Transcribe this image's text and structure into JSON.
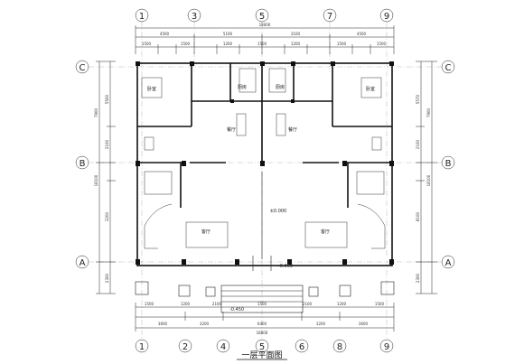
{
  "drawing": {
    "title": "一层平面图",
    "top_axes": [
      "1",
      "3",
      "5",
      "7",
      "9"
    ],
    "bottom_axes": [
      "1",
      "2",
      "4",
      "5",
      "6",
      "8",
      "9"
    ],
    "side_axes": [
      "C",
      "B",
      "A"
    ],
    "top_dims_total": "18000",
    "top_dims_row1": [
      "4500",
      "5100",
      "3100",
      "4500"
    ],
    "top_dims_row2": [
      "1500",
      "1500",
      "1200",
      "1500",
      "1200",
      "1500",
      "1500"
    ],
    "bottom_dims_row1": [
      "3600",
      "3200",
      "6400",
      "3200",
      "3600"
    ],
    "bottom_dims_row2": [
      "1500",
      "1200",
      "2100",
      "1500",
      "2100",
      "1200",
      "1500"
    ],
    "bottom_dims_total": "18000",
    "left_dims": [
      "7900",
      "5500",
      "2100",
      "3200",
      "2300"
    ],
    "right_dims": [
      "7900",
      "5570",
      "2100",
      "8100",
      "2300"
    ],
    "overall_side": "18100",
    "rooms": {
      "bedroom_left": "卧室",
      "bedroom_right": "卧室",
      "kitchen_left": "厨房",
      "kitchen_right": "厨房",
      "dining_left": "餐厅",
      "dining_right": "餐厅",
      "living_left": "客厅",
      "living_right": "客厅",
      "elev_center": "±0.000",
      "elev_front": "-0.050",
      "elev_step": "-0.450"
    }
  }
}
